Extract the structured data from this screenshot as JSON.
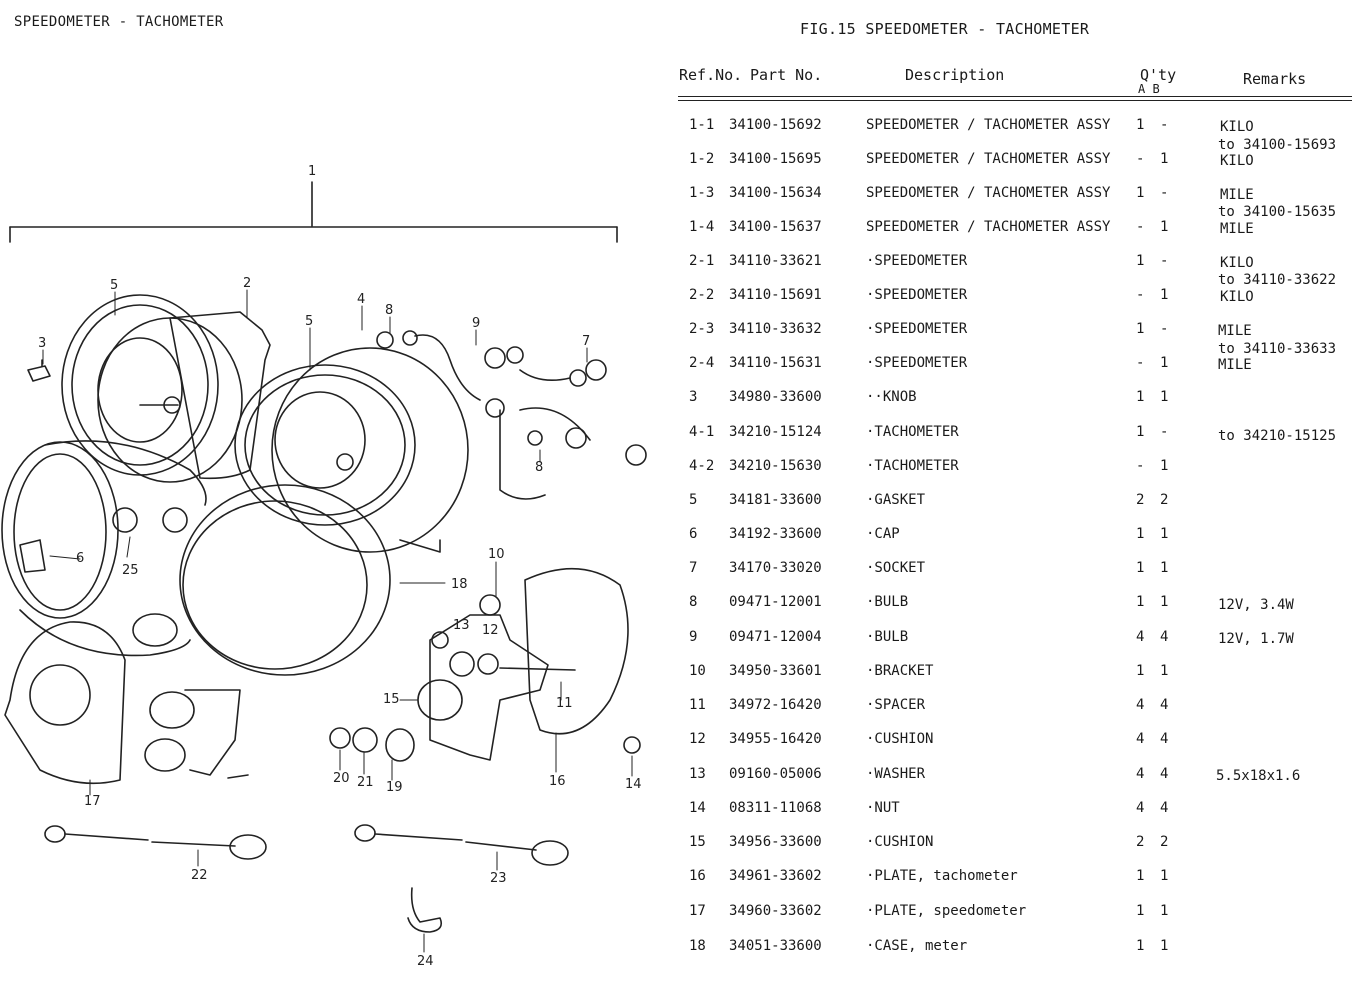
{
  "page_label": "SPEEDOMETER - TACHOMETER",
  "figure_title": "FIG.15  SPEEDOMETER - TACHOMETER",
  "headers": {
    "ref": "Ref.No.",
    "part": "Part   No.",
    "description": "Description",
    "qty": "Q'ty",
    "qty_sub": "A  B",
    "remarks": "Remarks"
  },
  "rows": [
    {
      "ref": "1-1",
      "part": "34100-15692",
      "desc": "SPEEDOMETER / TACHOMETER ASSY",
      "qa": "1",
      "qb": "-"
    },
    {
      "ref": "1-2",
      "part": "34100-15695",
      "desc": "SPEEDOMETER / TACHOMETER ASSY",
      "qa": "-",
      "qb": "1"
    },
    {
      "ref": "1-3",
      "part": "34100-15634",
      "desc": "SPEEDOMETER / TACHOMETER ASSY",
      "qa": "1",
      "qb": "-"
    },
    {
      "ref": "1-4",
      "part": "34100-15637",
      "desc": "SPEEDOMETER / TACHOMETER ASSY",
      "qa": "-",
      "qb": "1"
    },
    {
      "ref": "2-1",
      "part": "34110-33621",
      "desc": "·SPEEDOMETER",
      "qa": "1",
      "qb": "-"
    },
    {
      "ref": "2-2",
      "part": "34110-15691",
      "desc": "·SPEEDOMETER",
      "qa": "-",
      "qb": "1"
    },
    {
      "ref": "2-3",
      "part": "34110-33632",
      "desc": "·SPEEDOMETER",
      "qa": "1",
      "qb": "-"
    },
    {
      "ref": "2-4",
      "part": "34110-15631",
      "desc": "·SPEEDOMETER",
      "qa": "-",
      "qb": "1"
    },
    {
      "ref": "3",
      "part": "34980-33600",
      "desc": "··KNOB",
      "qa": "1",
      "qb": "1"
    },
    {
      "ref": "4-1",
      "part": "34210-15124",
      "desc": "·TACHOMETER",
      "qa": "1",
      "qb": "-"
    },
    {
      "ref": "4-2",
      "part": "34210-15630",
      "desc": "·TACHOMETER",
      "qa": "-",
      "qb": "1"
    },
    {
      "ref": "5",
      "part": "34181-33600",
      "desc": "·GASKET",
      "qa": "2",
      "qb": "2"
    },
    {
      "ref": "6",
      "part": "34192-33600",
      "desc": "·CAP",
      "qa": "1",
      "qb": "1"
    },
    {
      "ref": "7",
      "part": "34170-33020",
      "desc": "·SOCKET",
      "qa": "1",
      "qb": "1"
    },
    {
      "ref": "8",
      "part": "09471-12001",
      "desc": "·BULB",
      "qa": "1",
      "qb": "1"
    },
    {
      "ref": "9",
      "part": "09471-12004",
      "desc": "·BULB",
      "qa": "4",
      "qb": "4"
    },
    {
      "ref": "10",
      "part": "34950-33601",
      "desc": "·BRACKET",
      "qa": "1",
      "qb": "1"
    },
    {
      "ref": "11",
      "part": "34972-16420",
      "desc": "·SPACER",
      "qa": "4",
      "qb": "4"
    },
    {
      "ref": "12",
      "part": "34955-16420",
      "desc": "·CUSHION",
      "qa": "4",
      "qb": "4"
    },
    {
      "ref": "13",
      "part": "09160-05006",
      "desc": "·WASHER",
      "qa": "4",
      "qb": "4"
    },
    {
      "ref": "14",
      "part": "08311-11068",
      "desc": "·NUT",
      "qa": "4",
      "qb": "4"
    },
    {
      "ref": "15",
      "part": "34956-33600",
      "desc": "·CUSHION",
      "qa": "2",
      "qb": "2"
    },
    {
      "ref": "16",
      "part": "34961-33602",
      "desc": "·PLATE, tachometer",
      "qa": "1",
      "qb": "1"
    },
    {
      "ref": "17",
      "part": "34960-33602",
      "desc": "·PLATE, speedometer",
      "qa": "1",
      "qb": "1"
    },
    {
      "ref": "18",
      "part": "34051-33600",
      "desc": "·CASE, meter",
      "qa": "1",
      "qb": "1"
    }
  ],
  "remarks": [
    {
      "text": "KILO"
    },
    {
      "text": "to 34100-15693"
    },
    {
      "text": "KILO"
    },
    {
      "text": "MILE"
    },
    {
      "text": "to 34100-15635"
    },
    {
      "text": "MILE"
    },
    {
      "text": "KILO"
    },
    {
      "text": "to 34110-33622"
    },
    {
      "text": "KILO"
    },
    {
      "text": "MILE"
    },
    {
      "text": "to 34110-33633"
    },
    {
      "text": "MILE"
    },
    {
      "text": "to 34210-15125"
    },
    {
      "text": "12V, 3.4W"
    },
    {
      "text": "12V, 1.7W"
    },
    {
      "text": "5.5x18x1.6"
    }
  ],
  "callouts": [
    {
      "label": "1"
    },
    {
      "label": "2"
    },
    {
      "label": "3"
    },
    {
      "label": "4"
    },
    {
      "label": "5"
    },
    {
      "label": "5"
    },
    {
      "label": "6"
    },
    {
      "label": "7"
    },
    {
      "label": "8"
    },
    {
      "label": "8"
    },
    {
      "label": "9"
    },
    {
      "label": "10"
    },
    {
      "label": "11"
    },
    {
      "label": "12"
    },
    {
      "label": "13"
    },
    {
      "label": "14"
    },
    {
      "label": "15"
    },
    {
      "label": "16"
    },
    {
      "label": "17"
    },
    {
      "label": "18"
    },
    {
      "label": "19"
    },
    {
      "label": "20"
    },
    {
      "label": "21"
    },
    {
      "label": "22"
    },
    {
      "label": "23"
    },
    {
      "label": "24"
    },
    {
      "label": "25"
    }
  ]
}
